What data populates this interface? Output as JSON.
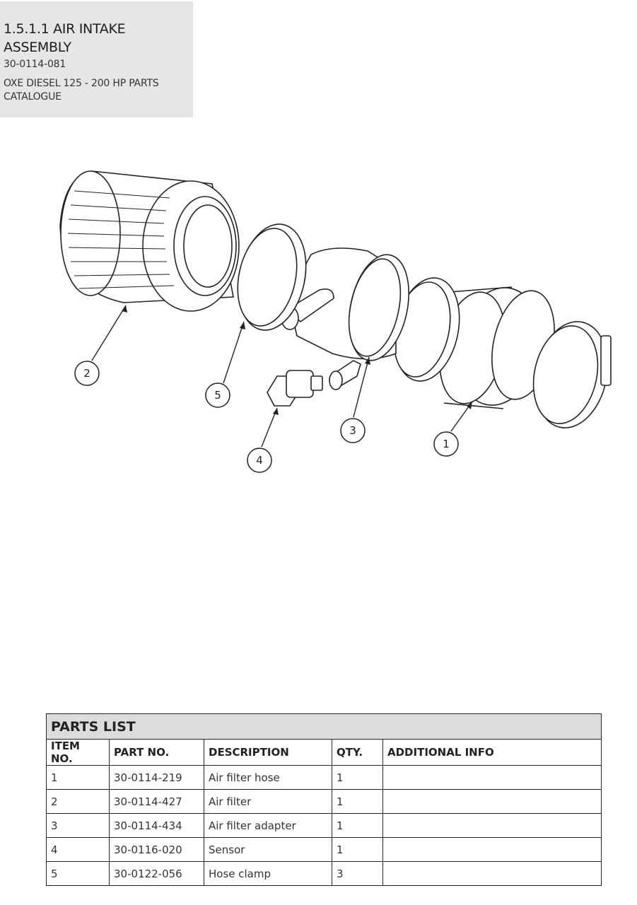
{
  "header": {
    "title": "1.5.1.1 AIR INTAKE ASSEMBLY",
    "part_no": "30-0114-081",
    "catalogue": "OXE DIESEL 125 - 200 HP PARTS CATALOGUE"
  },
  "callouts": [
    "1",
    "2",
    "3",
    "4",
    "5"
  ],
  "parts_list": {
    "title": "PARTS LIST",
    "columns": [
      "ITEM NO.",
      "PART NO.",
      "DESCRIPTION",
      "QTY.",
      "ADDITIONAL INFO"
    ],
    "rows": [
      {
        "item": "1",
        "part_no": "30-0114-219",
        "description": "Air filter hose",
        "qty": "1",
        "info": ""
      },
      {
        "item": "2",
        "part_no": "30-0114-427",
        "description": "Air filter",
        "qty": "1",
        "info": ""
      },
      {
        "item": "3",
        "part_no": "30-0114-434",
        "description": "Air filter adapter",
        "qty": "1",
        "info": ""
      },
      {
        "item": "4",
        "part_no": "30-0116-020",
        "description": "Sensor",
        "qty": "1",
        "info": ""
      },
      {
        "item": "5",
        "part_no": "30-0122-056",
        "description": "Hose clamp",
        "qty": "3",
        "info": ""
      }
    ]
  }
}
